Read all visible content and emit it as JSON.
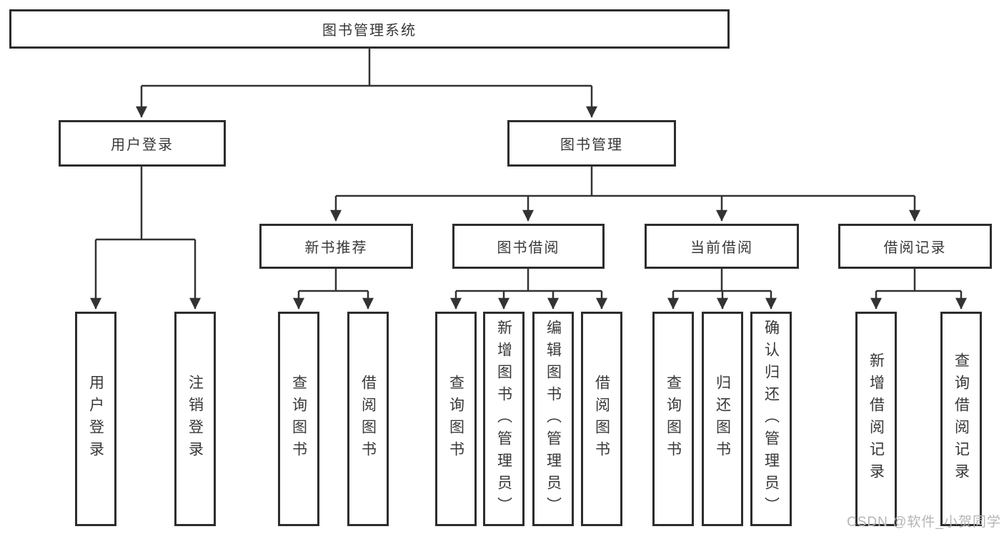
{
  "tree": {
    "label": "图书管理系统",
    "children": [
      {
        "label": "用户登录",
        "children": [
          {
            "label": "用户登录"
          },
          {
            "label": "注销登录"
          }
        ]
      },
      {
        "label": "图书管理",
        "children": [
          {
            "label": "新书推荐",
            "children": [
              {
                "label": "查询图书"
              },
              {
                "label": "借阅图书"
              }
            ]
          },
          {
            "label": "图书借阅",
            "children": [
              {
                "label": "查询图书"
              },
              {
                "label": "新增图书（管理员）"
              },
              {
                "label": "编辑图书（管理员）"
              },
              {
                "label": "借阅图书"
              }
            ]
          },
          {
            "label": "当前借阅",
            "children": [
              {
                "label": "查询图书"
              },
              {
                "label": "归还图书"
              },
              {
                "label": "确认归还（管理员）"
              }
            ]
          },
          {
            "label": "借阅记录",
            "children": [
              {
                "label": "新增借阅记录"
              },
              {
                "label": "查询借阅记录"
              }
            ]
          }
        ]
      }
    ]
  },
  "watermark": {
    "text": "CSDN @软件_小贺同学"
  },
  "colors": {
    "line": "#333333",
    "box_border": "#2d2d2d",
    "text": "#383838",
    "watermark": "#b5b5b5",
    "background": "#ffffff"
  }
}
